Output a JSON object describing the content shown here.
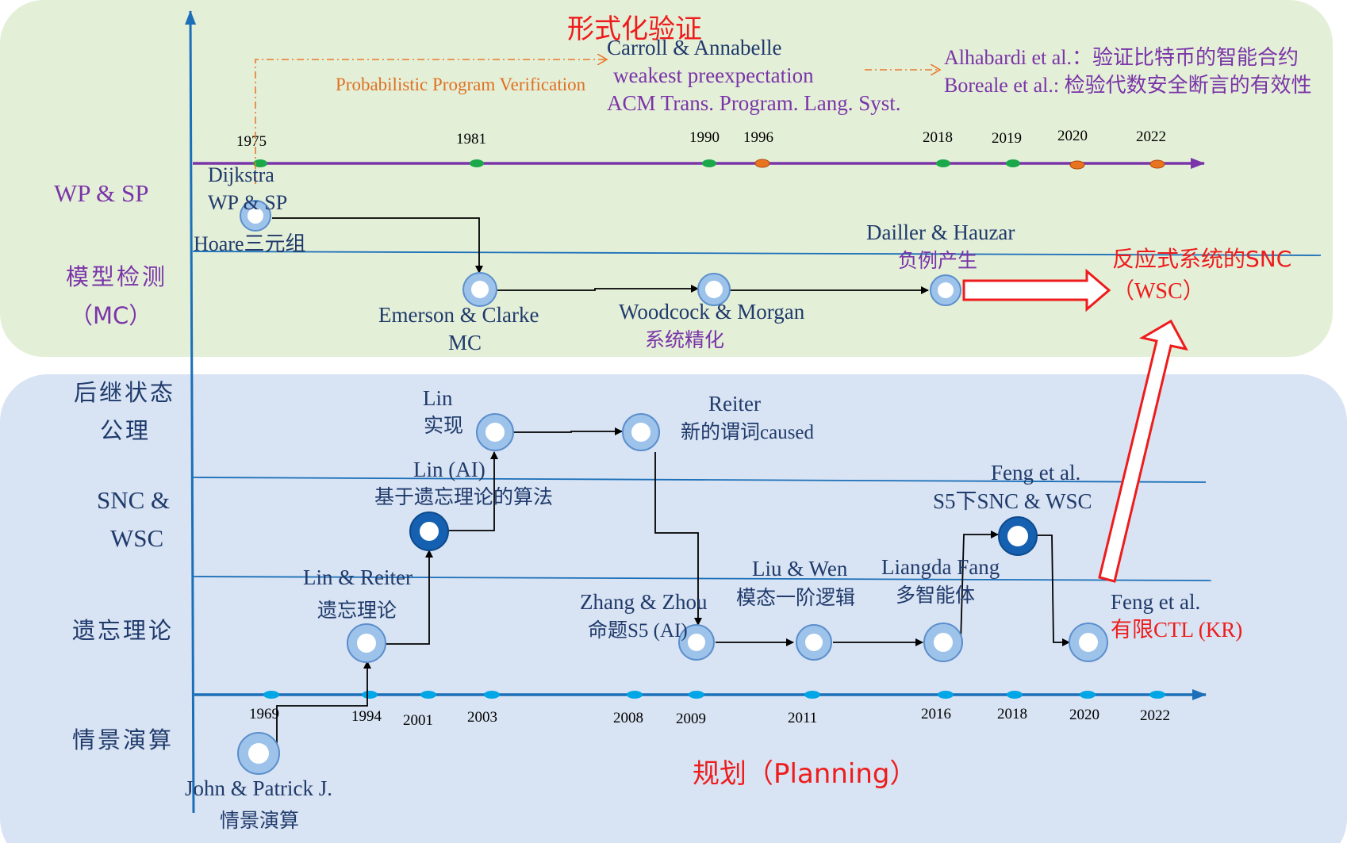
{
  "colors": {
    "top_panel": "#e4efd8",
    "bottom_panel": "#d8e3f3",
    "axis_blue": "#1b6fb8",
    "timeline_purple": "#7a35a8",
    "orange": "#e87a2a",
    "label_navy": "#1f3a6b",
    "label_purple": "#7a35a8",
    "red": "#ee1c1c",
    "node_fill": "#9ec3ea",
    "node_dark": "#1560b0"
  },
  "titles": {
    "formal": "形式化验证",
    "planning": "规划（Planning）"
  },
  "rows": {
    "wp_sp": "WP & SP",
    "mc_1": "模型检测",
    "mc_2": "（MC）",
    "ssa_1": "后继状态",
    "ssa_2": "公理",
    "snc_1": "SNC &",
    "snc_2": "WSC",
    "forget": "遗忘理论",
    "sitcalc": "情景演算"
  },
  "top_years": [
    "1975",
    "1981",
    "1990",
    "1996",
    "2018",
    "2019",
    "2020",
    "2022"
  ],
  "bottom_years": [
    "1969",
    "1994",
    "2001",
    "2003",
    "2008",
    "2009",
    "2011",
    "2016",
    "2018",
    "2020",
    "2022"
  ],
  "ppv": {
    "label": "Probabilistic Program Verification",
    "carroll_1": "Carroll & Annabelle",
    "carroll_2": "weakest preexpectation",
    "carroll_3": "ACM Trans. Program. Lang. Syst.",
    "alhabardi": "Alhabardi et al.：验证比特币的智能合约",
    "boreale": "Boreale et al.: 检验代数安全断言的有效性"
  },
  "nodes": {
    "dijkstra_1": "Dijkstra",
    "dijkstra_2": "WP & SP",
    "hoare": "Hoare三元组",
    "emerson_1": "Emerson & Clarke",
    "emerson_2": "MC",
    "woodcock_1": "Woodcock & Morgan",
    "woodcock_2": "系统精化",
    "dailler_1": "Dailler & Hauzar",
    "dailler_2": "负例产生",
    "reactive_1": "反应式系统的SNC",
    "reactive_2": "（WSC）",
    "lin_1": "Lin",
    "lin_2": "实现",
    "reiter_1": "Reiter",
    "reiter_2": "新的谓词caused",
    "linai_1": "Lin (AI)",
    "linai_2": "基于遗忘理论的算法",
    "linreiter_1": "Lin & Reiter",
    "linreiter_2": "遗忘理论",
    "zhang_1": "Zhang & Zhou",
    "zhang_2": "命题S5 (AI)",
    "liuwen_1": "Liu & Wen",
    "liuwen_2": "模态一阶逻辑",
    "liangda_1": "Liangda Fang",
    "liangda_2": "多智能体",
    "feng1_1": "Feng et al.",
    "feng1_2": "S5下SNC & WSC",
    "feng2_1": "Feng et al.",
    "feng2_2": "有限CTL (KR)",
    "john_1": "John & Patrick J.",
    "john_2": "情景演算"
  }
}
